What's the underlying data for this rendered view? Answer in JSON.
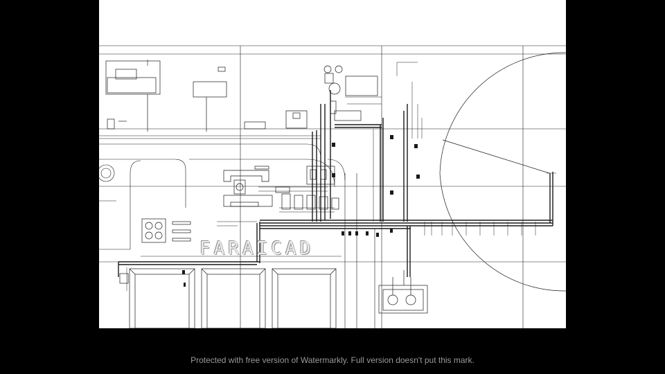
{
  "colors": {
    "background": "#000000",
    "sheet": "#ffffff",
    "linework": "#1a1a1a",
    "watermark_text": "#9a9a9a"
  },
  "drawing": {
    "icons": [
      "tank-cluster-symbol",
      "circular-tank-arc",
      "pump-skid-symbol"
    ]
  },
  "watermark": {
    "logo": "FARAICAD",
    "notice": "Protected with free version of Watermarkly. Full version doesn't put this mark."
  }
}
